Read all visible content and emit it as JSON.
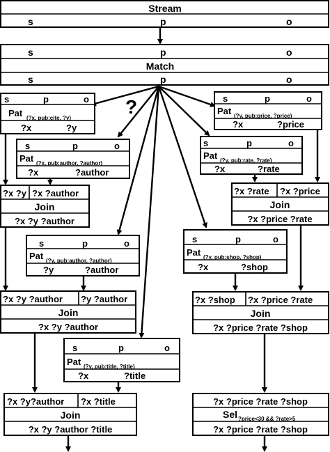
{
  "stream": {
    "title": "Stream",
    "s": "s",
    "p": "p",
    "o": "o"
  },
  "match": {
    "title": "Match",
    "s": "s",
    "p": "p",
    "o": "o"
  },
  "question_mark": "?",
  "pattern_cite": {
    "pat": "Pat",
    "sub": "(?x, pub:cite, ?y)",
    "vars": [
      "?x",
      "?y"
    ]
  },
  "pattern_author": {
    "pat": "Pat",
    "sub": "(?x, pub:author, ?author)",
    "vars": [
      "?x",
      "?author"
    ]
  },
  "join1": {
    "left": "?x ?y",
    "right": "?x ?author",
    "label": "Join",
    "out": "?x ?y ?author"
  },
  "pattern_y_author": {
    "pat": "Pat",
    "sub": "(?y, pub:author, ?author)",
    "vars": [
      "?y",
      "?author"
    ]
  },
  "join2": {
    "left": "?x ?y ?author",
    "right": "?y ?author",
    "label": "Join",
    "out": "?x ?y ?author"
  },
  "pattern_title": {
    "pat": "Pat",
    "sub": "(?y, pub:title, ?title)",
    "vars": [
      "?x",
      "?title"
    ]
  },
  "join3": {
    "left": "?x ?y?author",
    "right": "?x ?title",
    "label": "Join",
    "out": "?x ?y ?author ?title"
  },
  "pattern_price": {
    "pat": "Pat",
    "sub": "(?y, pub:price, ?price)",
    "vars": [
      "?x",
      "?price"
    ]
  },
  "pattern_rate": {
    "pat": "Pat",
    "sub": "(?y, pub:rate, ?rate)",
    "vars": [
      "?x",
      "?rate"
    ]
  },
  "join4": {
    "left": "?x ?rate",
    "right": "?x ?price",
    "label": "Join",
    "out": "?x ?price ?rate"
  },
  "pattern_shop": {
    "pat": "Pat",
    "sub": "(?y, pub:shop, ?shop)",
    "vars": [
      "?x",
      "?shop"
    ]
  },
  "join5": {
    "left": "?x ?shop",
    "right": "?x ?price ?rate",
    "label": "Join",
    "out": "?x ?price ?rate ?shop"
  },
  "select": {
    "in": "?x ?price ?rate ?shop",
    "label": "Sel",
    "sub": "?price<30 && ?rate>5",
    "out": "?x ?price ?rate ?shop"
  },
  "spo": {
    "s": "s",
    "p": "p",
    "o": "o"
  }
}
